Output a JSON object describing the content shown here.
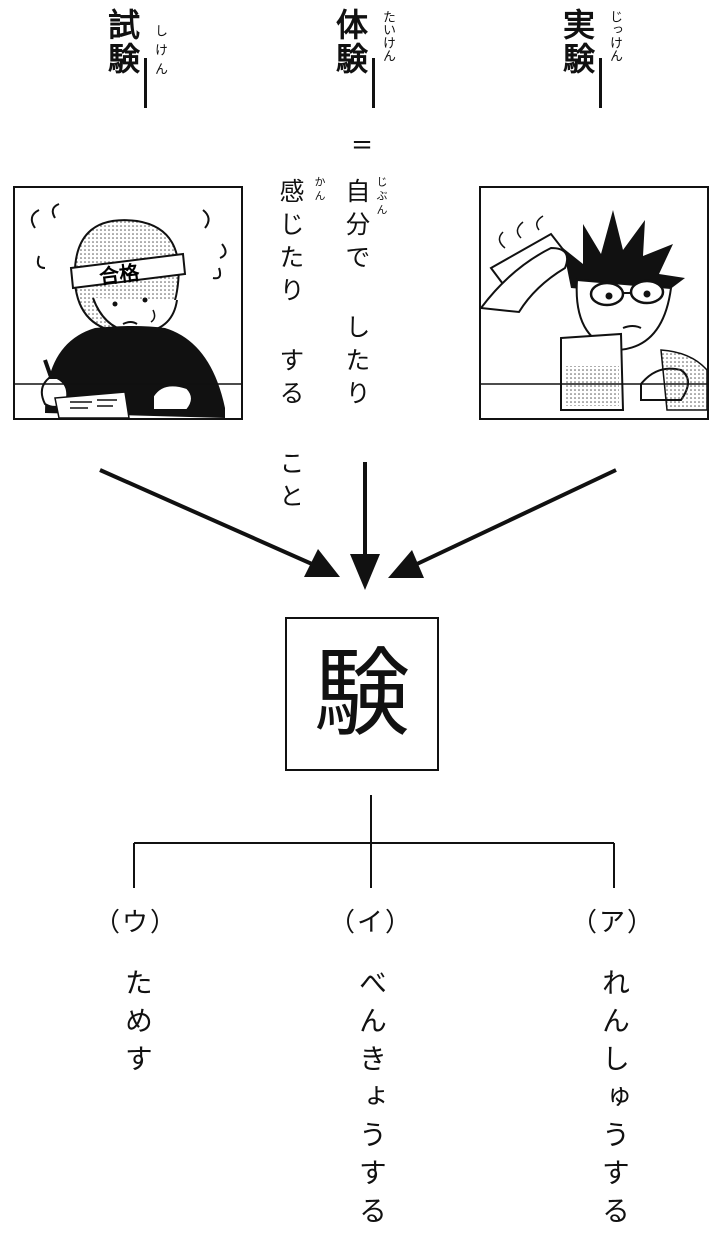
{
  "terms": [
    {
      "kanji": "試験",
      "ruby": "しけん"
    },
    {
      "kanji": "体験",
      "ruby": "たいけん"
    },
    {
      "kanji": "実験",
      "ruby": "じっけん"
    }
  ],
  "definition": {
    "equals": "=",
    "line1": "自分で したり",
    "line1_ruby": "じぶん",
    "line2": "感じたり する こと",
    "line2_ruby": "かん"
  },
  "center_kanji": "験",
  "branches": [
    {
      "label": "（ウ）",
      "reading": "ためす"
    },
    {
      "label": "（イ）",
      "reading": "べんきょうする"
    },
    {
      "label": "（ア）",
      "reading": "れんしゅうする"
    }
  ],
  "illustration_headband_text": "合格"
}
